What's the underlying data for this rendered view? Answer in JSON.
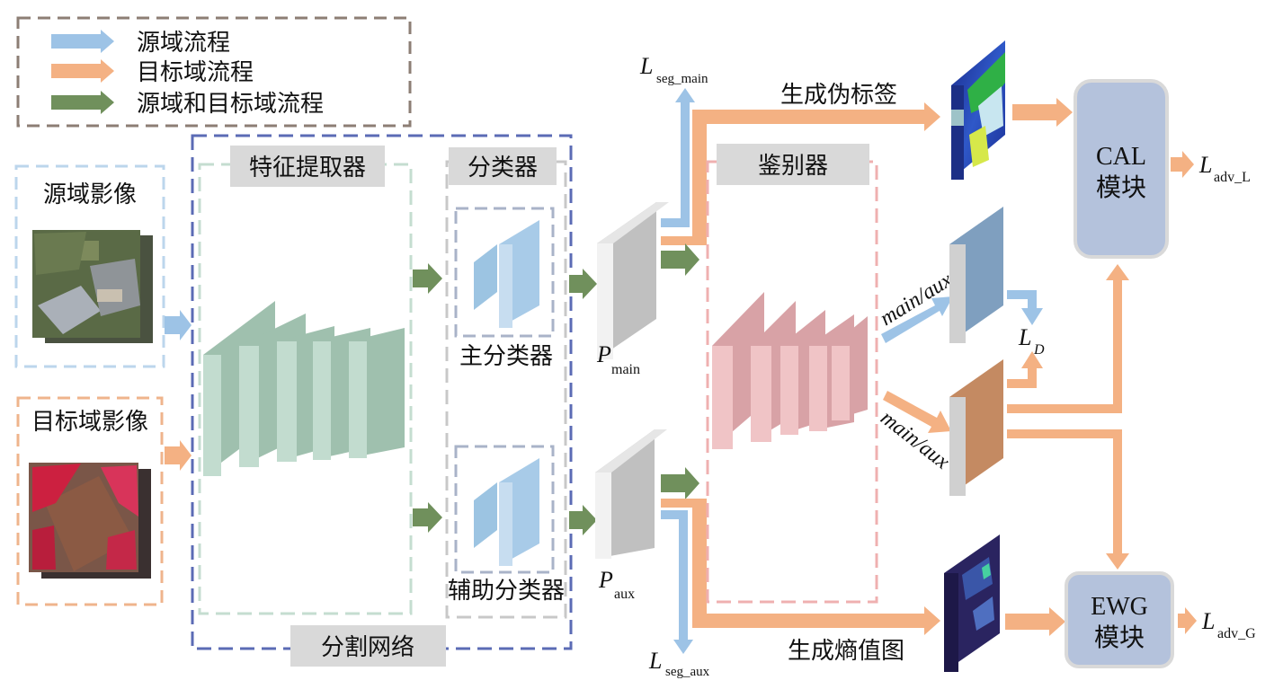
{
  "legend": {
    "items": [
      {
        "label": "源域流程",
        "color": "#9dc3e6"
      },
      {
        "label": "目标域流程",
        "color": "#f4b183"
      },
      {
        "label": "源域和目标域流程",
        "color": "#70905c"
      }
    ]
  },
  "inputs": {
    "source_label": "源域影像",
    "target_label": "目标域影像"
  },
  "segmentation": {
    "network_label": "分割网络",
    "feature_extractor_label": "特征提取器",
    "classifier_label": "分类器",
    "main_classifier_label": "主分类器",
    "aux_classifier_label": "辅助分类器"
  },
  "outputs": {
    "p_main": {
      "symbol": "P",
      "sub": "main"
    },
    "p_aux": {
      "symbol": "P",
      "sub": "aux"
    },
    "l_seg_main": {
      "symbol": "L",
      "sub": "seg_main"
    },
    "l_seg_aux": {
      "symbol": "L",
      "sub": "seg_aux"
    }
  },
  "discriminator": {
    "label": "鉴别器",
    "branch_label_top": "main/aux",
    "branch_label_bottom": "main/aux",
    "loss": {
      "symbol": "L",
      "sub": "D"
    }
  },
  "pseudo_label": {
    "label": "生成伪标签"
  },
  "entropy_map": {
    "label": "生成熵值图"
  },
  "cal_module": {
    "line1": "CAL",
    "line2": "模块",
    "loss": {
      "symbol": "L",
      "sub": "adv_L"
    }
  },
  "ewg_module": {
    "line1": "EWG",
    "line2": "模块",
    "loss": {
      "symbol": "L",
      "sub": "adv_G"
    }
  },
  "colors": {
    "blue": "#9dc3e6",
    "orange": "#f4b183",
    "green": "#70905c",
    "network_border": "#5b6bb5",
    "module_fill": "#b4c2dc",
    "label_bg": "#d9d9d9"
  }
}
